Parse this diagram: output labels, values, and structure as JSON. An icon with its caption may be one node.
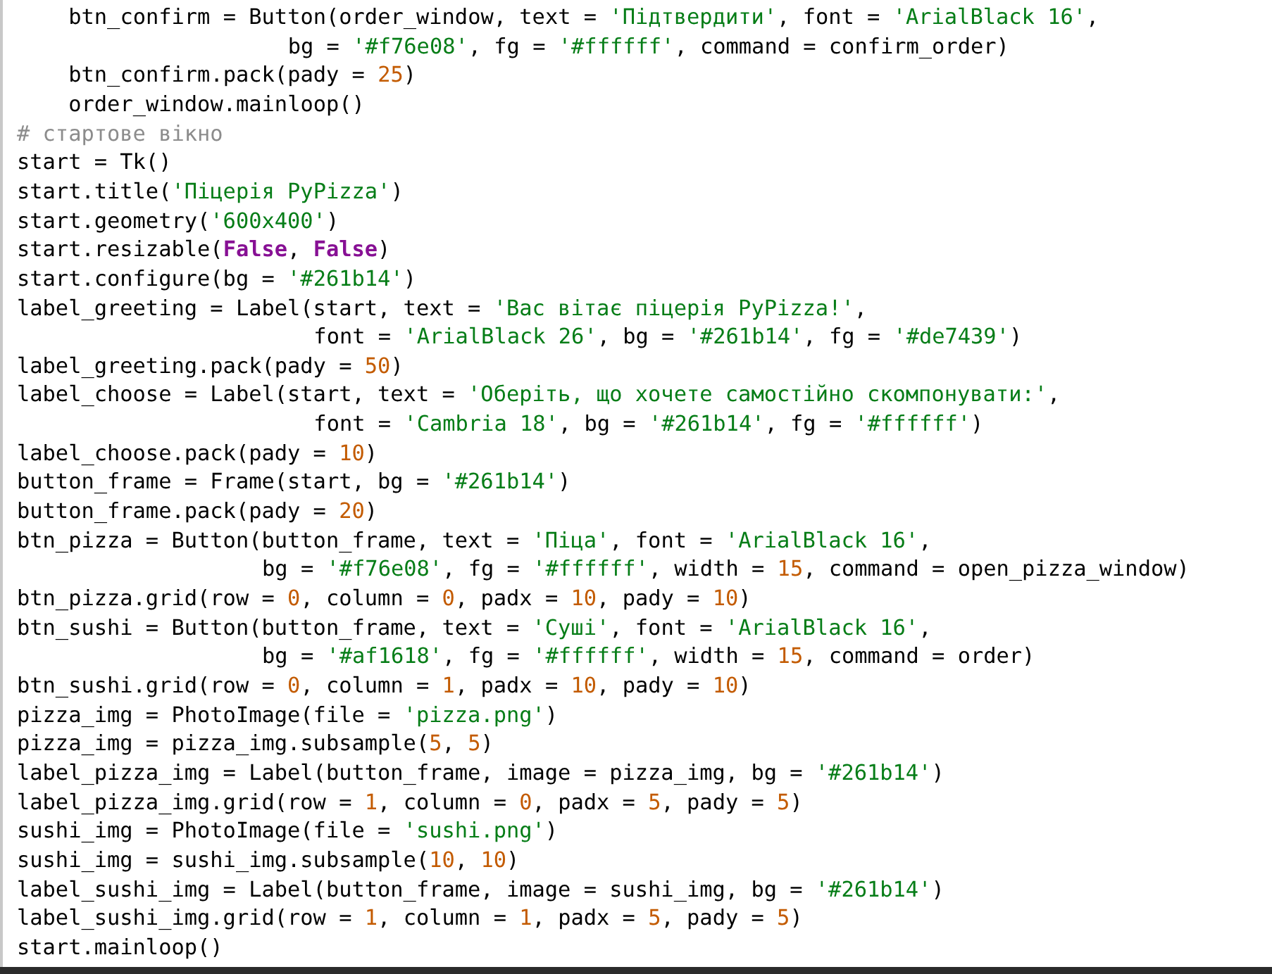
{
  "diagram": {
    "labels": [
      "btn_confirm = Button(order_window, text = 'Підтвердити', font = 'ArialBlack 16',",
      "bg = '#f76e08', fg = '#ffffff', command = confirm_order)",
      "btn_confirm.pack(pady = 25)",
      "order_window.mainloop()",
      "# стартове вікно",
      "start = Tk()",
      "start.title('Піцерія PyPizza')",
      "start.geometry('600x400')",
      "start.resizable(**False**, **False**)",
      "start.configure(bg = '#261b14')",
      "label_greeting = Label(start, text = 'Вас вітає піцерія PyPizza!',",
      "font = 'ArialBlack 26', bg = '#261b14', fg = '#de7439')",
      "label_greeting.pack(pady = 50)",
      "label_choose = Label(start, text = 'Оберіть, що хочете самостійно скомпонувати:',",
      "font = 'Cambria 18', bg = '#261b14', fg = '#ffffff')",
      "label_choose.pack(pady = 10)",
      "button_frame = Frame(start, bg = '#261b14')",
      "button_frame.pack(pady = 20)",
      "btn_pizza = Button(button_frame, text = 'Піца', font = 'ArialBlack 16',",
      "bg = '#f76e08', fg = '#ffffff', width = 15, command = open_pizza_window)",
      "btn_pizza.grid(row = 0, column = 0, padx = 10, pady = 10)",
      "btn_sushi = Button(button_frame, text = 'Суші', font = 'ArialBlack 16',",
      "bg = '#af1618', fg = '#ffffff', width = 15, command = order)",
      "btn_sushi.grid(row = 0, column = 1, padx = 10, pady = 10)",
      "pizza_img = PhotoImage(file = 'pizza.png')",
      "pizza_img = pizza_img.subsample(5, 5)",
      "label_pizza_img = Label(button_frame, image = pizza_img, bg = '#261b14')",
      "label_pizza_img.grid(row = 1, column = 0, padx = 5, pady = 5)",
      "sushi_img = PhotoImage(file = 'sushi.png')",
      "sushi_img = sushi_img.subsample(10, 10)",
      "label_sushi_img = Label(button_frame, image = sushi_img, bg = '#261b14')",
      "label_sushi_img.grid(row = 1, column = 1, padx = 5, pady = 5)",
      "start.mainloop()"
    ]
  }
}
